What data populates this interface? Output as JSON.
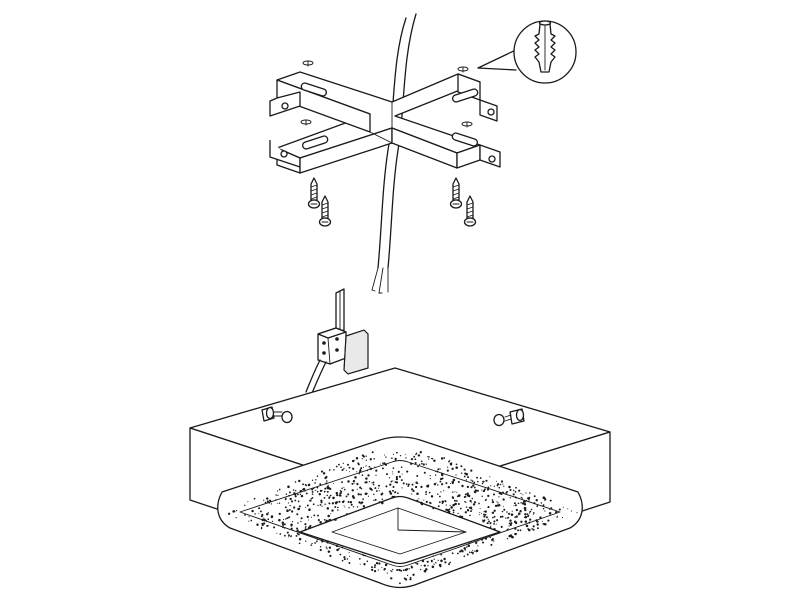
{
  "diagram": {
    "kind": "exploded assembly view",
    "background": "#ffffff",
    "line_color": "#1a1a1a",
    "parts": [
      "mounting-bracket",
      "screw-with-wall-plug",
      "mains-cable",
      "terminal-block",
      "ceiling-lamp-body",
      "led-diffuser-ring",
      "fixing-screw",
      "wall-plug-detail-callout"
    ]
  }
}
